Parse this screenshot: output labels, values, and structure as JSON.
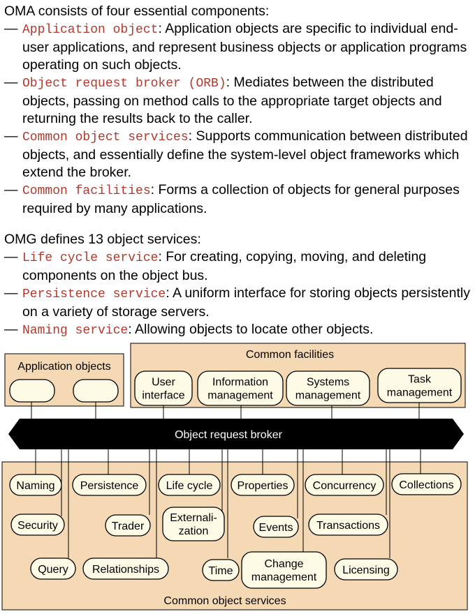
{
  "text": {
    "oma_intro": "OMA consists of four essential components:",
    "oma_items": [
      {
        "dash": "—",
        "term": "Application object",
        "desc": ": Application objects are specific to individual end-user applications, and represent business objects or application programs operating on such objects."
      },
      {
        "dash": "—",
        "term": "Object request broker (ORB)",
        "desc": ": Mediates between the distributed objects, passing on method calls to the appropriate target objects and returning the results back to the caller."
      },
      {
        "dash": "—",
        "term": "Common object services",
        "desc": ": Supports communication between distributed objects, and essentially define the system-level object frameworks which extend the broker."
      },
      {
        "dash": "—",
        "term": "Common facilities",
        "desc": ": Forms a collection of objects for general purposes required by many applications."
      }
    ],
    "omg_intro": "OMG defines 13 object services:",
    "omg_items": [
      {
        "dash": "—",
        "term": "Life cycle service",
        "desc": ": For creating, copying, moving, and deleting components on the object bus."
      },
      {
        "dash": "—",
        "term": "Persistence service",
        "desc": ": A uniform interface for storing objects persistently on a variety  of storage servers."
      },
      {
        "dash": "—",
        "term": "Naming service",
        "desc": ": Allowing objects to locate other objects."
      }
    ]
  },
  "diagram": {
    "app_objects_title": "Application objects",
    "common_facilities_title": "Common facilities",
    "facilities": [
      [
        "User",
        "interface"
      ],
      [
        "Information",
        "management"
      ],
      [
        "Systems",
        "management"
      ],
      [
        "Task",
        "management"
      ]
    ],
    "broker_label": "Object request broker",
    "services_title": "Common object services",
    "services": [
      [
        "Naming"
      ],
      [
        "Persistence"
      ],
      [
        "Life cycle"
      ],
      [
        "Properties"
      ],
      [
        "Concurrency"
      ],
      [
        "Collections"
      ],
      [
        "Security"
      ],
      [
        "Trader"
      ],
      [
        "Externali-",
        "zation"
      ],
      [
        "Events"
      ],
      [
        "Transactions"
      ],
      [
        "Query"
      ],
      [
        "Relationships"
      ],
      [
        "Time"
      ],
      [
        "Change",
        "management"
      ],
      [
        "Licensing"
      ]
    ],
    "colors": {
      "panel_fill": "#f5d9b4",
      "pill_fill": "#fdfbe6",
      "broker_fill": "#000000",
      "term_color": "#b03a2e"
    }
  }
}
